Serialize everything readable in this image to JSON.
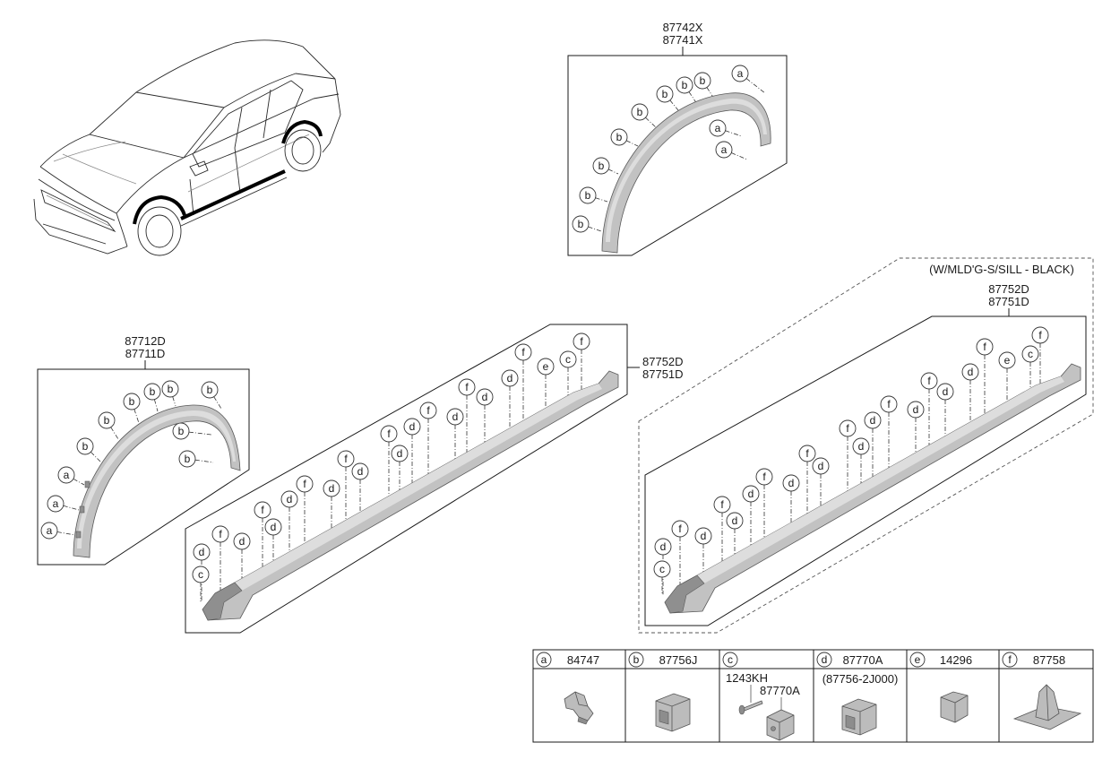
{
  "rear_arch_panel": {
    "part_numbers": [
      "87742X",
      "87741X"
    ],
    "callouts": [
      "a",
      "b",
      "b",
      "b",
      "b",
      "b",
      "b",
      "b",
      "b",
      "a",
      "a"
    ]
  },
  "front_arch_panel": {
    "part_numbers": [
      "87712D",
      "87711D"
    ],
    "callouts": [
      "b",
      "b",
      "b",
      "b",
      "b",
      "b",
      "a",
      "a",
      "a",
      "b",
      "b"
    ]
  },
  "side_sill_panel": {
    "part_numbers": [
      "87752D",
      "87751D"
    ],
    "callouts": [
      "f",
      "c",
      "e",
      "f",
      "d",
      "f",
      "d",
      "d",
      "f",
      "d",
      "f",
      "d",
      "f",
      "d",
      "d",
      "f",
      "d",
      "f",
      "d",
      "d",
      "f",
      "d",
      "c"
    ]
  },
  "black_sill_panel": {
    "variant_note": "(W/MLD'G-S/SILL - BLACK)",
    "part_numbers": [
      "87752D",
      "87751D"
    ],
    "callouts": [
      "f",
      "c",
      "e",
      "f",
      "d",
      "f",
      "d",
      "d",
      "f",
      "d",
      "f",
      "d",
      "f",
      "d",
      "d",
      "f",
      "d",
      "f",
      "d",
      "d",
      "f",
      "d",
      "c"
    ]
  },
  "legend": {
    "columns": [
      {
        "key": "a",
        "part": "84747"
      },
      {
        "key": "b",
        "part": "87756J"
      },
      {
        "key": "c",
        "subparts": [
          "1243KH",
          "87770A"
        ]
      },
      {
        "key": "d",
        "part": "87770A",
        "note": "(87756-2J000)"
      },
      {
        "key": "e",
        "part": "14296"
      },
      {
        "key": "f",
        "part": "87758"
      }
    ]
  },
  "colors": {
    "line": "#1a1a1a",
    "part_fill": "#c2c2c2",
    "part_highlight": "#dddddd",
    "molding_highlight": "#000000"
  }
}
